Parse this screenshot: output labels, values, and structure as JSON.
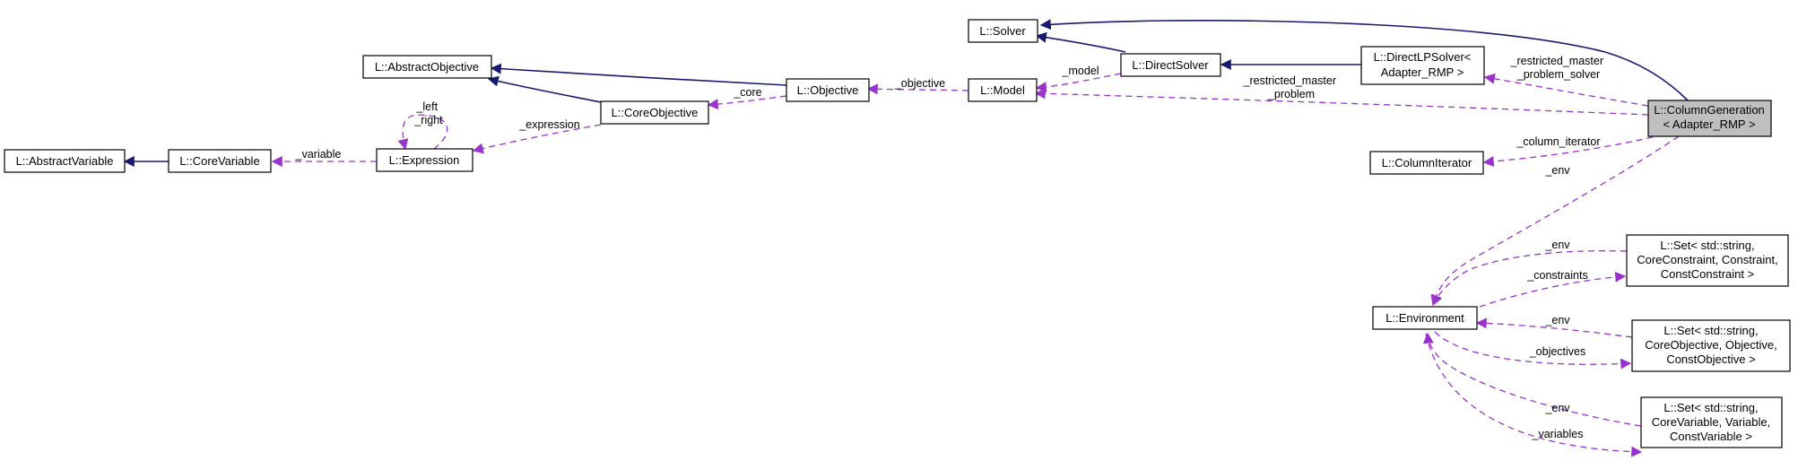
{
  "nodes": {
    "solver": {
      "lines": [
        "L::Solver"
      ]
    },
    "direct_solver": {
      "lines": [
        "L::DirectSolver"
      ]
    },
    "direct_lp_solver": {
      "lines": [
        "L::DirectLPSolver<",
        "Adapter_RMP >"
      ]
    },
    "column_generation": {
      "lines": [
        "L::ColumnGeneration",
        "< Adapter_RMP >"
      ]
    },
    "abstract_objective": {
      "lines": [
        "L::AbstractObjective"
      ]
    },
    "objective": {
      "lines": [
        "L::Objective"
      ]
    },
    "model": {
      "lines": [
        "L::Model"
      ]
    },
    "core_objective": {
      "lines": [
        "L::CoreObjective"
      ]
    },
    "abstract_variable": {
      "lines": [
        "L::AbstractVariable"
      ]
    },
    "core_variable": {
      "lines": [
        "L::CoreVariable"
      ]
    },
    "expression": {
      "lines": [
        "L::Expression"
      ]
    },
    "column_iterator": {
      "lines": [
        "L::ColumnIterator"
      ]
    },
    "environment": {
      "lines": [
        "L::Environment"
      ]
    },
    "set_constraint": {
      "lines": [
        "L::Set< std::string,",
        "CoreConstraint, Constraint,",
        "ConstConstraint >"
      ]
    },
    "set_objective": {
      "lines": [
        "L::Set< std::string,",
        "CoreObjective, Objective,",
        "ConstObjective >"
      ]
    },
    "set_variable": {
      "lines": [
        "L::Set< std::string,",
        "CoreVariable, Variable,",
        "ConstVariable >"
      ]
    }
  },
  "edge_labels": {
    "restricted_master_problem_solver": [
      "_restricted_master",
      "_problem_solver"
    ],
    "restricted_master_problem": [
      "_restricted_master",
      "_problem"
    ],
    "model": [
      "_model"
    ],
    "objective": [
      "_objective"
    ],
    "core": [
      "_core"
    ],
    "expression": [
      "_expression"
    ],
    "left_right": [
      "_left",
      "_right"
    ],
    "variable": [
      "_variable"
    ],
    "column_iterator": [
      "_column_iterator"
    ],
    "env_cg": [
      "_env"
    ],
    "env_constraint": [
      "_env"
    ],
    "constraints": [
      "_constraints"
    ],
    "env_objective": [
      "_env"
    ],
    "objectives": [
      "_objectives"
    ],
    "env_variable": [
      "_env"
    ],
    "variables": [
      "_variables"
    ]
  },
  "colors": {
    "inheritance": "#191970",
    "usage": "#9a32cd",
    "highlight_fill": "#bfbfbf"
  }
}
